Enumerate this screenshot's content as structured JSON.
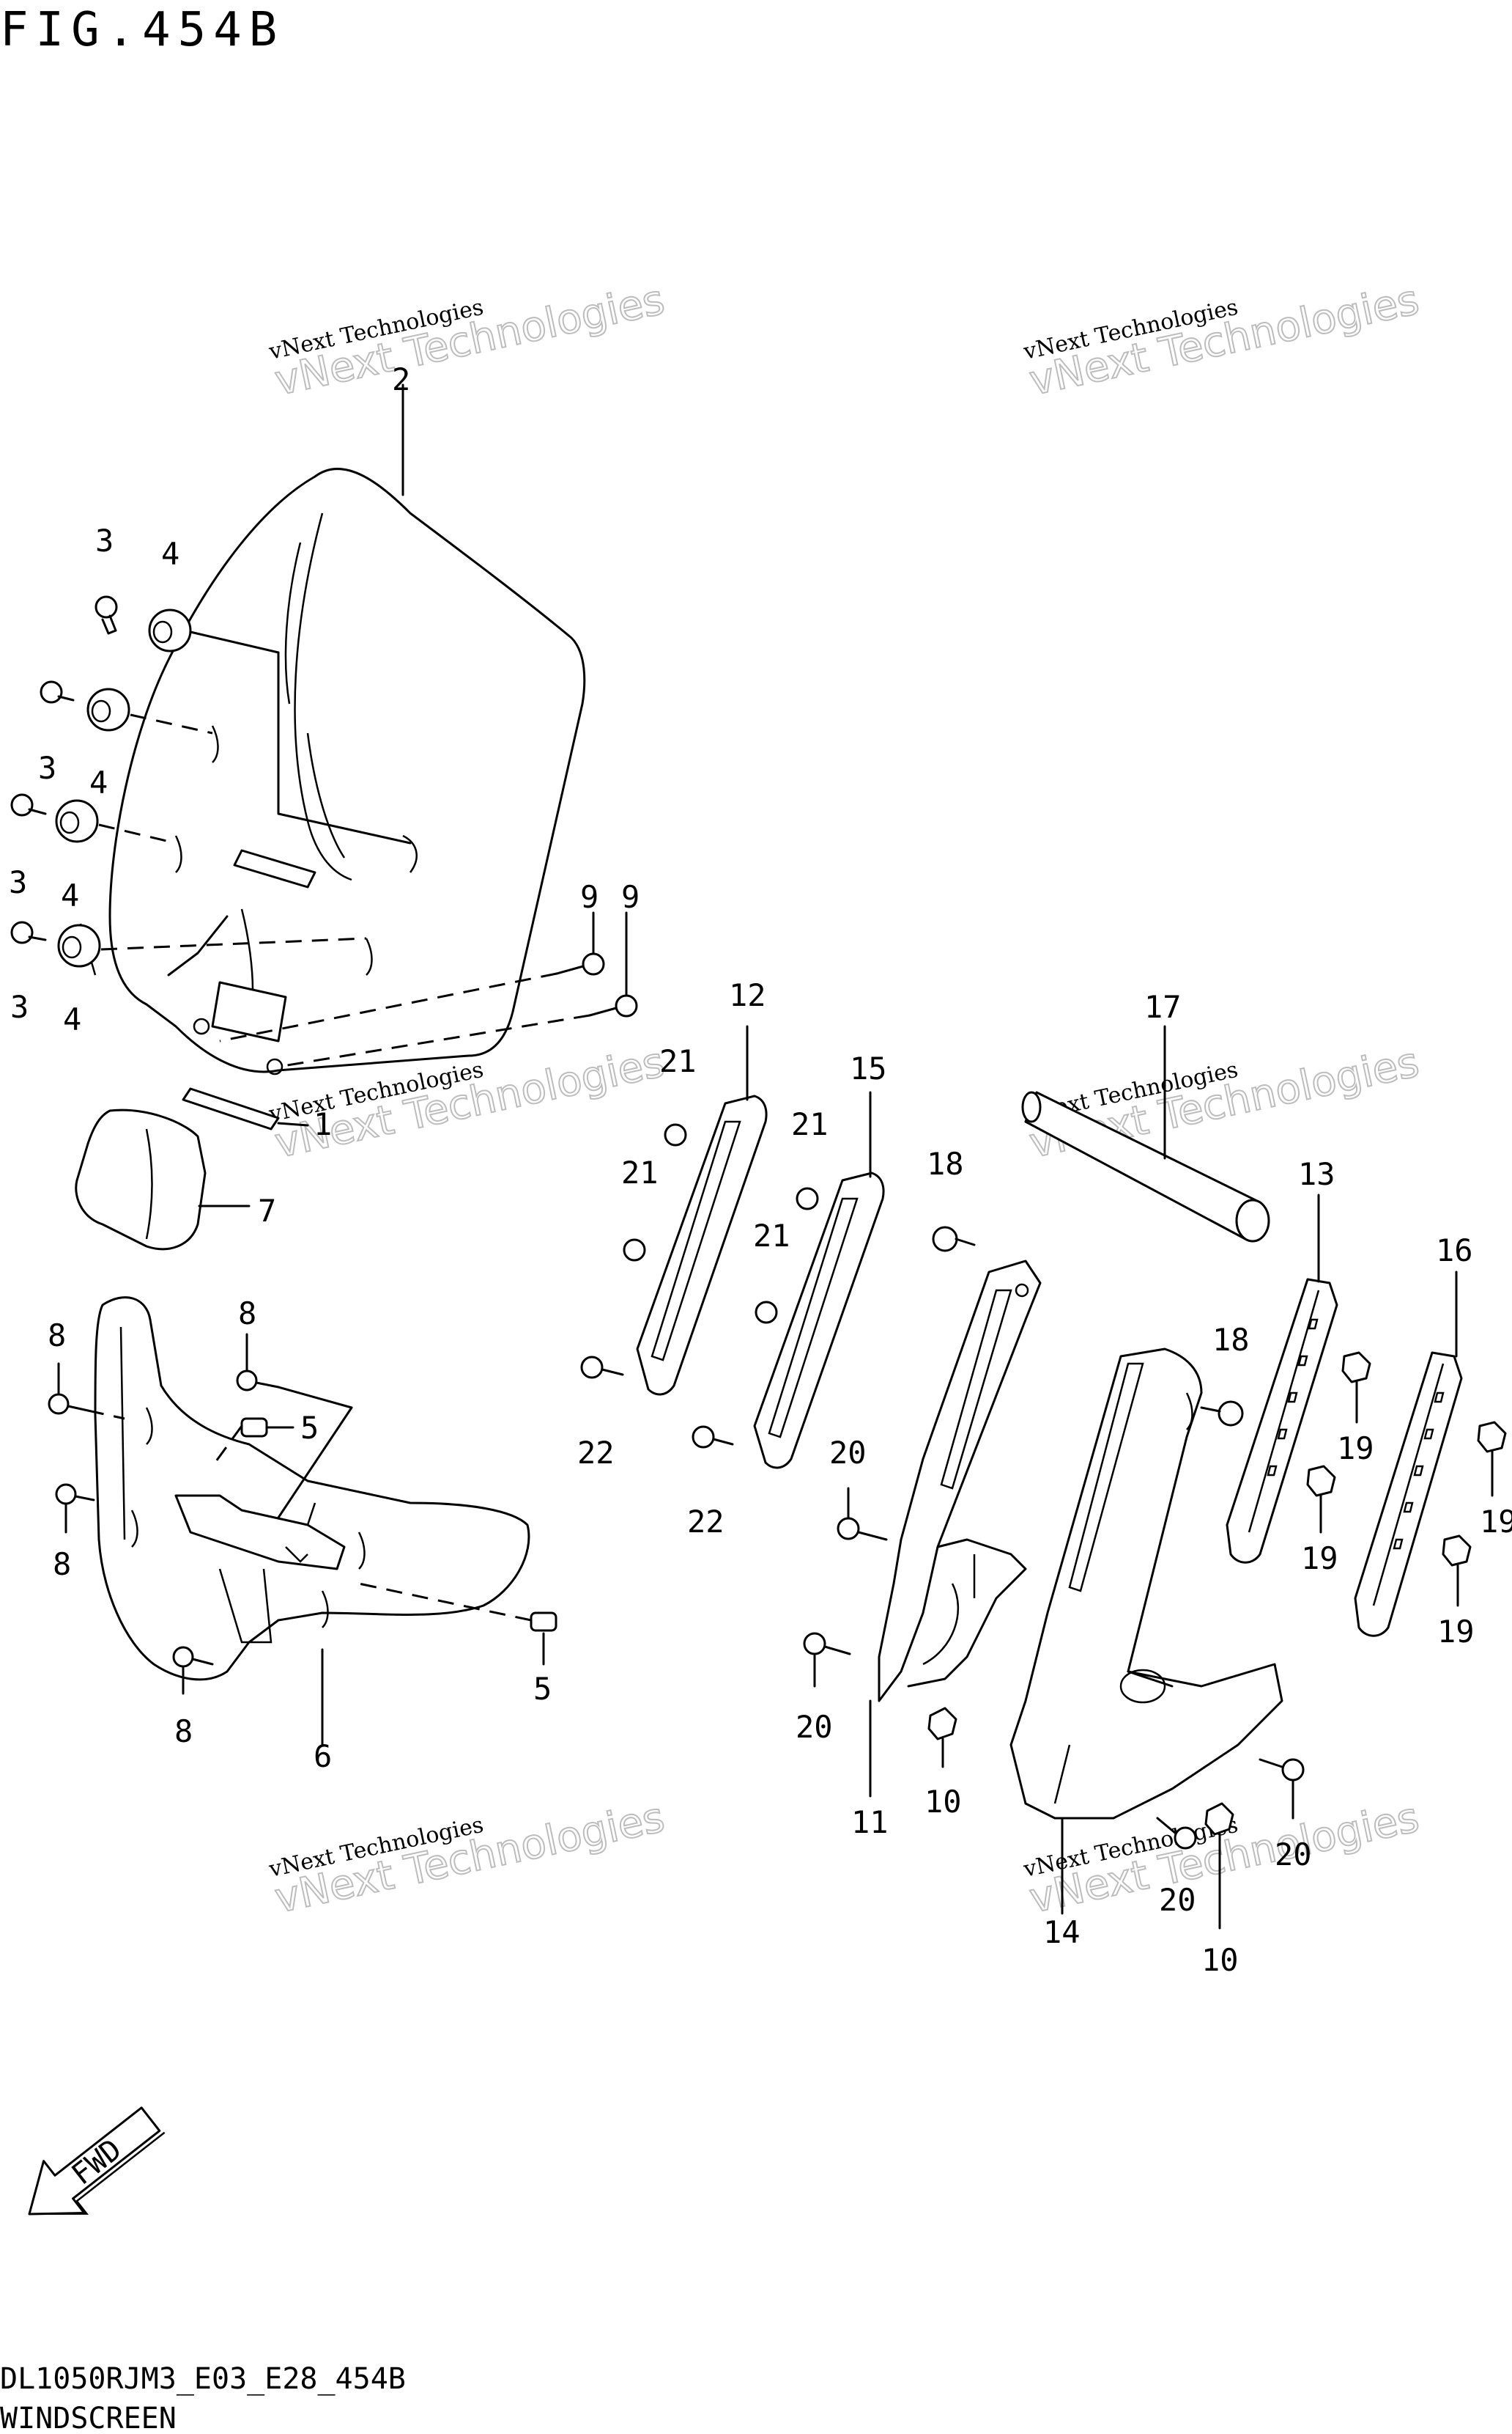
{
  "figure": {
    "title": "FIG.454B"
  },
  "footer": {
    "code": "DL1050RJM3_E03_E28_454B",
    "section": "WINDSCREEN"
  },
  "watermark": {
    "line1": "vNext Technologies",
    "line2": "vNext Technologies"
  },
  "fwd_label": "FWD",
  "parts": {
    "p1": "1",
    "p2": "2",
    "p3": "3",
    "p4": "4",
    "p5": "5",
    "p6": "6",
    "p7": "7",
    "p8": "8",
    "p9": "9",
    "p10": "10",
    "p11": "11",
    "p12": "12",
    "p13": "13",
    "p14": "14",
    "p15": "15",
    "p16": "16",
    "p17": "17",
    "p18": "18",
    "p19": "19",
    "p20": "20",
    "p21": "21",
    "p22": "22"
  }
}
